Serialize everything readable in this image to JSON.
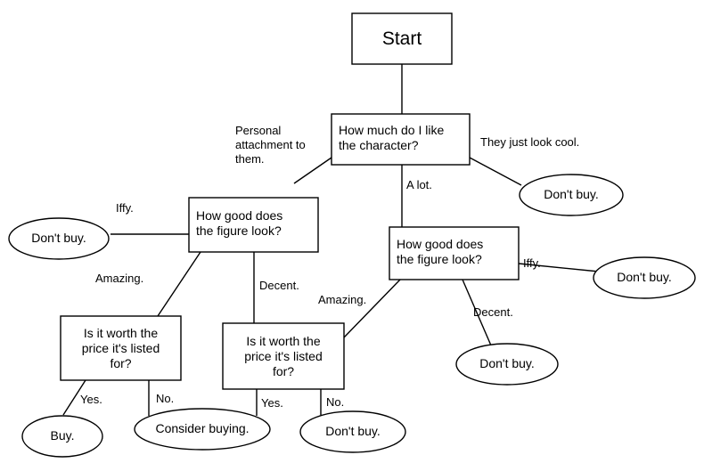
{
  "diagram": {
    "title": "Figure buying decision flowchart",
    "stroke_color": "#000000",
    "fill_color": "#ffffff",
    "background": "#ffffff",
    "nodes": [
      {
        "id": "start",
        "shape": "rect",
        "text": "Start"
      },
      {
        "id": "like",
        "shape": "rect",
        "text": "How much do I like\nthe character?"
      },
      {
        "id": "look_left",
        "shape": "rect",
        "text": "How good does\nthe figure look?"
      },
      {
        "id": "look_right",
        "shape": "rect",
        "text": "How good does\nthe figure look?"
      },
      {
        "id": "worth_left",
        "shape": "rect",
        "text": "Is it worth the\nprice it's listed\nfor?"
      },
      {
        "id": "worth_mid",
        "shape": "rect",
        "text": "Is it worth the\nprice it's listed\nfor?"
      },
      {
        "id": "dont_cool",
        "shape": "ellipse",
        "text": "Don't buy."
      },
      {
        "id": "dont_iffy_l",
        "shape": "ellipse",
        "text": "Don't buy."
      },
      {
        "id": "dont_iffy_r",
        "shape": "ellipse",
        "text": "Don't buy."
      },
      {
        "id": "dont_decent",
        "shape": "ellipse",
        "text": "Don't buy."
      },
      {
        "id": "buy",
        "shape": "ellipse",
        "text": "Buy."
      },
      {
        "id": "consider",
        "shape": "ellipse",
        "text": "Consider buying."
      },
      {
        "id": "dont_no_mid",
        "shape": "ellipse",
        "text": "Don't buy."
      }
    ],
    "edge_labels": [
      {
        "id": "personal",
        "text": "Personal\nattachment to\nthem."
      },
      {
        "id": "they_cool",
        "text": "They just look cool."
      },
      {
        "id": "a_lot",
        "text": "A lot."
      },
      {
        "id": "iffy_left",
        "text": "Iffy."
      },
      {
        "id": "iffy_right",
        "text": "Iffy."
      },
      {
        "id": "amazing_left",
        "text": "Amazing."
      },
      {
        "id": "decent_left",
        "text": "Decent."
      },
      {
        "id": "amazing_right",
        "text": "Amazing."
      },
      {
        "id": "decent_right",
        "text": "Decent."
      },
      {
        "id": "yes_left",
        "text": "Yes."
      },
      {
        "id": "no_left",
        "text": "No."
      },
      {
        "id": "yes_mid",
        "text": "Yes."
      },
      {
        "id": "no_mid",
        "text": "No."
      }
    ]
  }
}
